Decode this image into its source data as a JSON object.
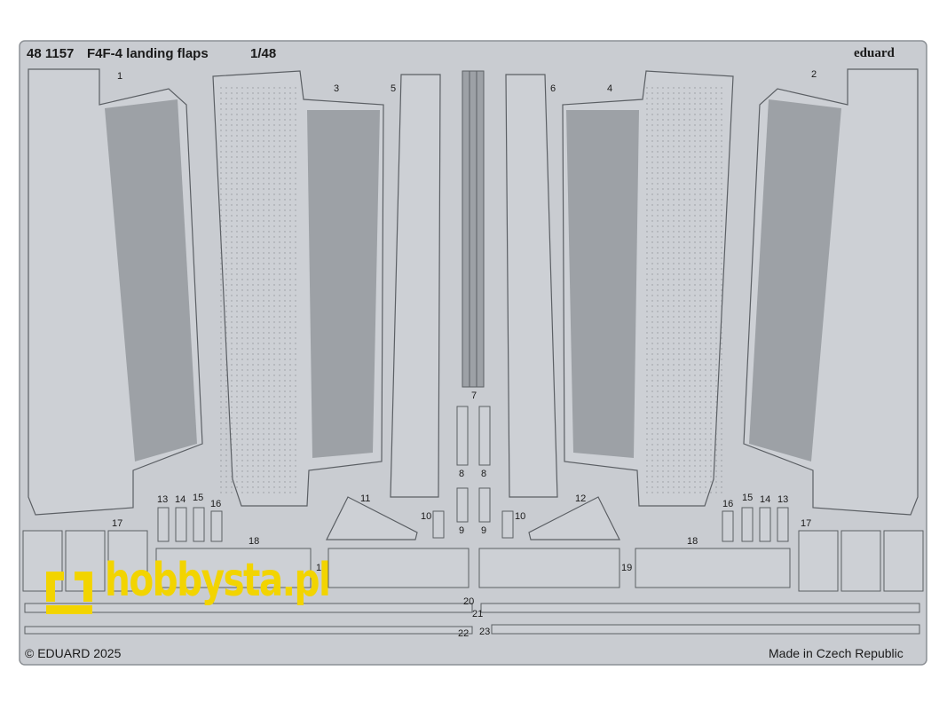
{
  "header": {
    "code": "48 1157",
    "title": "F4F-4 landing flaps",
    "scale": "1/48",
    "brand": "eduard"
  },
  "footer": {
    "copyright": "© EDUARD 2025",
    "origin": "Made in Czech Republic"
  },
  "watermark": {
    "text": "hobbysta.pl",
    "color": "#f2d400"
  },
  "part_numbers": {
    "p1": "1",
    "p2": "2",
    "p3": "3",
    "p4": "4",
    "p5": "5",
    "p6": "6",
    "p7": "7",
    "p8a": "8",
    "p8b": "8",
    "p9a": "9",
    "p9b": "9",
    "p10a": "10",
    "p10b": "10",
    "p11": "11",
    "p12": "12",
    "p13a": "13",
    "p13b": "13",
    "p14a": "14",
    "p14b": "14",
    "p15a": "15",
    "p15b": "15",
    "p16a": "16",
    "p16b": "16",
    "p17a": "17",
    "p17b": "17",
    "p18a": "18",
    "p18b": "18",
    "p19a": "19",
    "p19b": "19",
    "p20": "20",
    "p21": "21",
    "p22": "22",
    "p23": "23"
  },
  "colors": {
    "fret": "#c9ccd1",
    "part": "#cdd0d5",
    "shade": "#9da1a6",
    "line": "#5b5f64"
  }
}
